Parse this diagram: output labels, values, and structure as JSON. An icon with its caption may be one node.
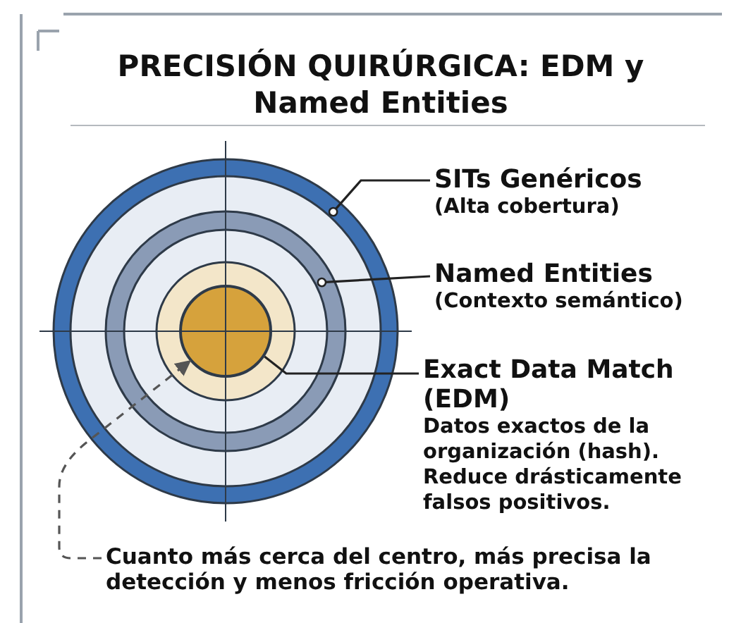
{
  "diagram": {
    "title": "PRECISIÓN QUIRÚRGICA: EDM y Named Entities",
    "nodes": [
      {
        "text": [
          "SITs Genéricos",
          "(Alta cobertura)"
        ]
      },
      {
        "text": [],
        "shape": "circle"
      },
      {
        "text": [
          "Named Entities",
          "(Contexto semántico)"
        ]
      },
      {
        "text": [],
        "shape": "circle",
        "in": 1
      },
      {
        "text": [
          "Exact Data Match (EDM)",
          "Datos exactos de la organización (hash). Reduce drásticamente falsos positivos."
        ]
      },
      {
        "text": [],
        "shape": "circle",
        "in": 3
      },
      {
        "text": [
          "Cuanto más cerca del centro, más precisa la detección y menos fricción operativa."
        ]
      }
    ],
    "edges": [
      {
        "from": 0,
        "to": 1,
        "arrow": "other"
      },
      {
        "from": 2,
        "to": 3,
        "arrow": "other"
      },
      {
        "from": 4,
        "to": 5,
        "arrow": "none"
      },
      {
        "from": 6,
        "to": 5,
        "arrow": "to",
        "style": "dashed"
      }
    ]
  }
}
